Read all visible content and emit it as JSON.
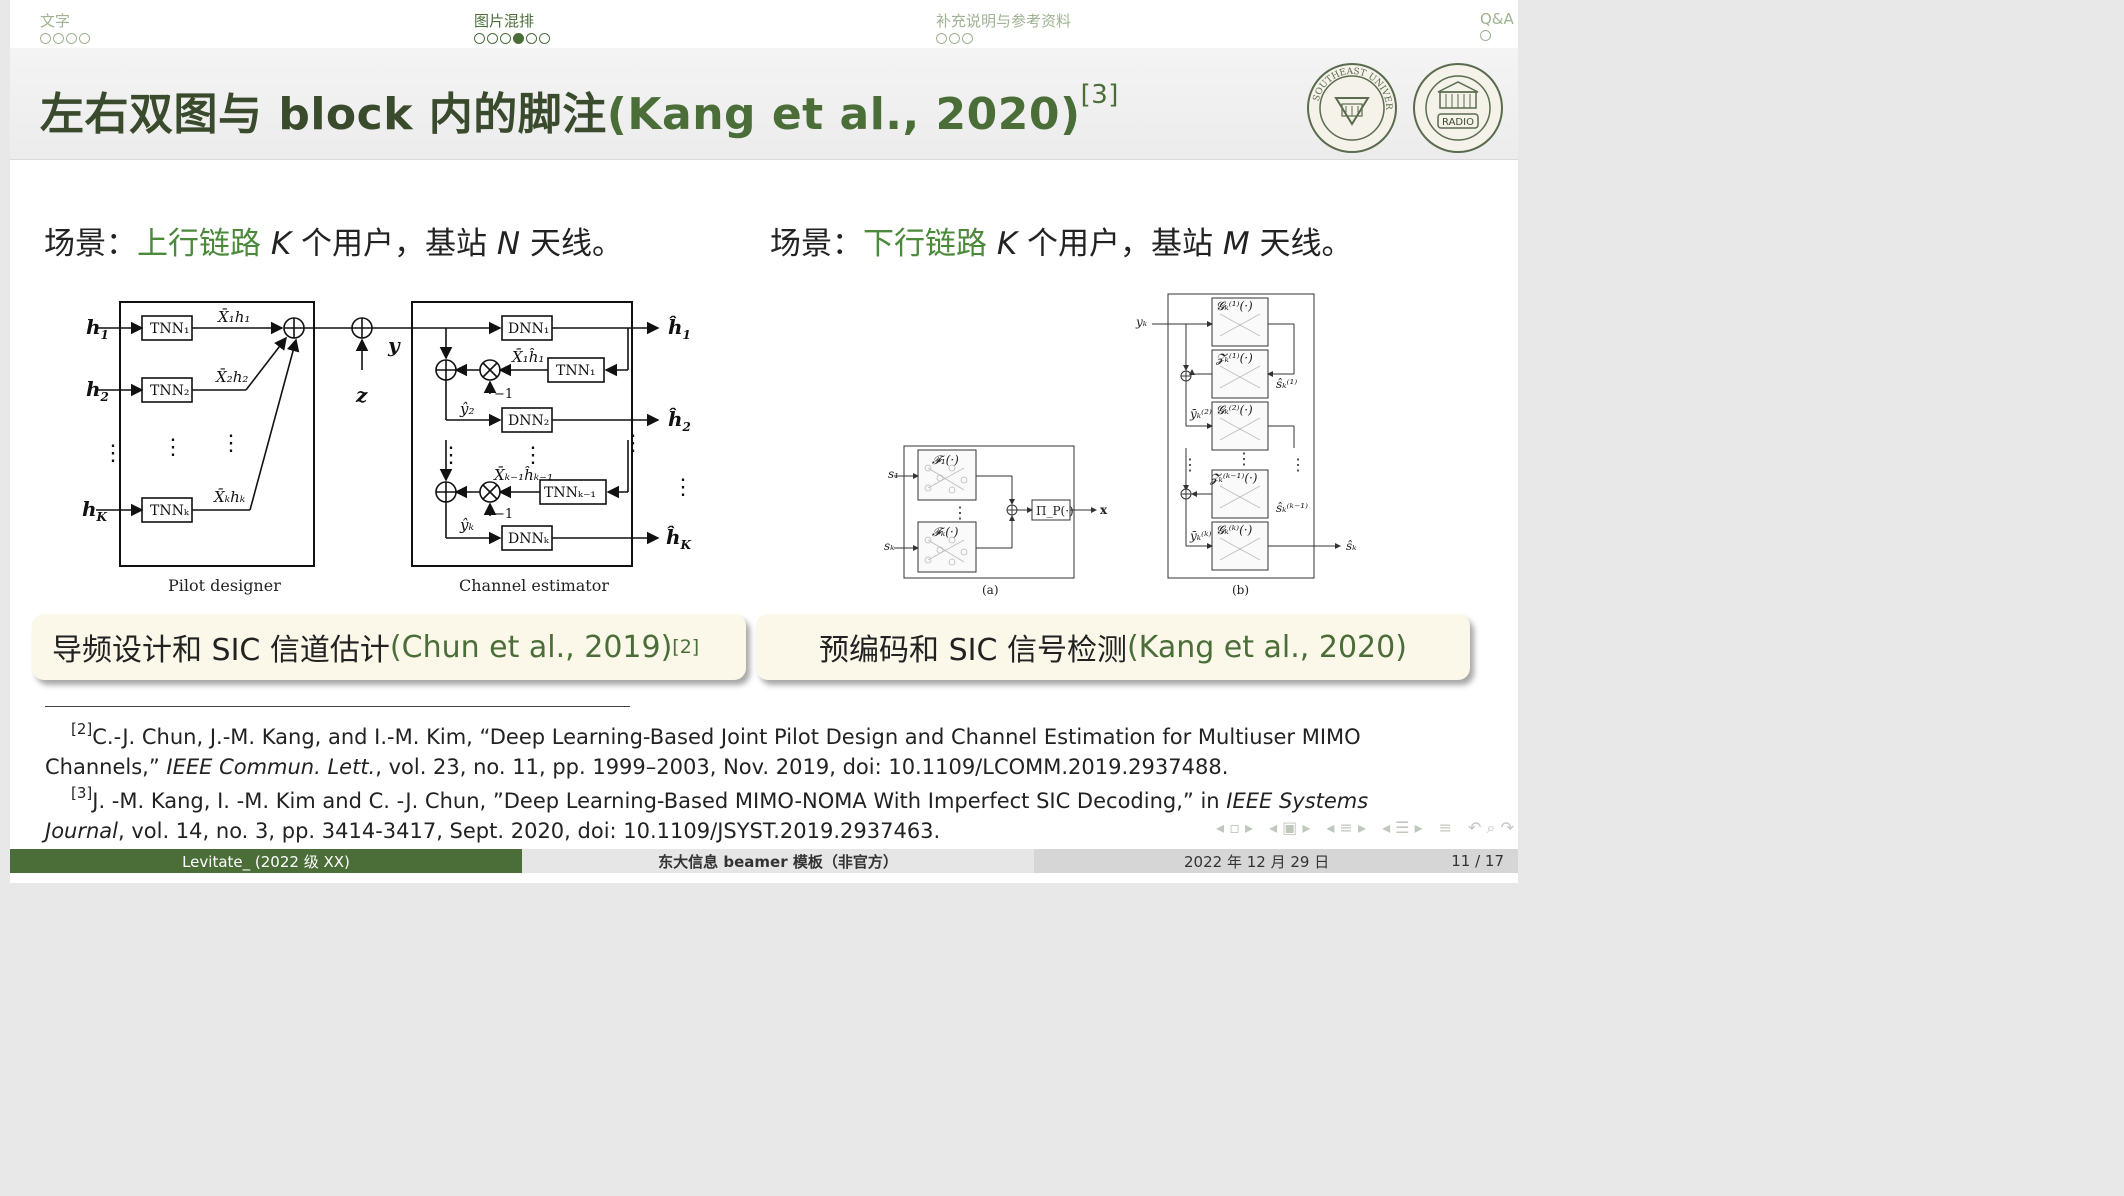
{
  "nav": {
    "sections": [
      {
        "label": "文字",
        "dots": 4,
        "filled": -1,
        "active": false
      },
      {
        "label": "图片混排",
        "dots": 6,
        "filled": 3,
        "active": true
      },
      {
        "label": "补充说明与参考资料",
        "dots": 3,
        "filled": -1,
        "active": false
      },
      {
        "label": "Q&A",
        "dots": 1,
        "filled": -1,
        "active": false
      }
    ]
  },
  "title": {
    "main": "左右双图与 block 内的脚注",
    "cite": "(Kang et al., 2020)",
    "ref": "[3]"
  },
  "logos": {
    "left": "SOUTHEAST UNIVERSITY",
    "right": "RADIO"
  },
  "scene_left": {
    "prefix": "场景：",
    "highlight": "上行链路",
    "k": "K",
    "mid": " 个用户，基站 ",
    "n": "N",
    "suffix": " 天线。"
  },
  "scene_right": {
    "prefix": "场景：",
    "highlight": "下行链路",
    "k": "K",
    "mid": " 个用户，基站 ",
    "n": "M",
    "suffix": " 天线。"
  },
  "fig_left": {
    "pilot_label": "Pilot designer",
    "channel_label": "Channel estimator",
    "tnn1": "TNN₁",
    "tnn2": "TNN₂",
    "tnnk": "TNNₖ",
    "tnn1b": "TNN₁",
    "tnnk1": "TNNₖ₋₁",
    "dnn1": "DNN₁",
    "dnn2": "DNN₂",
    "dnnk": "DNNₖ",
    "y": "y",
    "z": "z",
    "minus1": "−1"
  },
  "fig_right": {
    "label_a": "(a)",
    "label_b": "(b)",
    "x": "x",
    "pi": "Π_P(·)"
  },
  "cap_left": {
    "text": "导频设计和 SIC 信道估计",
    "cite": "(Chun et al., 2019)",
    "ref": "[2]"
  },
  "cap_right": {
    "text": "预编码和 SIC 信号检测",
    "cite": "(Kang et al., 2020)"
  },
  "footnotes": {
    "f2_ref": "[2]",
    "f2_line1": "C.-J. Chun, J.-M. Kang, and I.-M. Kim, “Deep Learning-Based Joint Pilot Design and Channel Estimation for Multiuser MIMO",
    "f2_line2a": "Channels,” ",
    "f2_journal": "IEEE Commun. Lett.",
    "f2_line2b": ", vol. 23, no. 11, pp. 1999–2003, Nov. 2019, doi: 10.1109/LCOMM.2019.2937488.",
    "f3_ref": "[3]",
    "f3_line1a": "J. -M. Kang, I. -M. Kim and C. -J. Chun, ”Deep Learning-Based MIMO-NOMA With Imperfect SIC Decoding,” in ",
    "f3_journal1": "IEEE Systems",
    "f3_journal2": "Journal",
    "f3_line2b": ", vol. 14, no. 3, pp. 3414-3417, Sept. 2020, doi: 10.1109/JSYST.2019.2937463."
  },
  "footer": {
    "left": "Levitate_ (2022 级 XX)",
    "middle": "东大信息 beamer 模板（非官方）",
    "date": "2022 年 12 月 29 日",
    "page": "11 / 17"
  },
  "colors": {
    "accent": "#4b6e39",
    "accent_light": "#9fb392",
    "block_bg": "#fbf7e9"
  }
}
